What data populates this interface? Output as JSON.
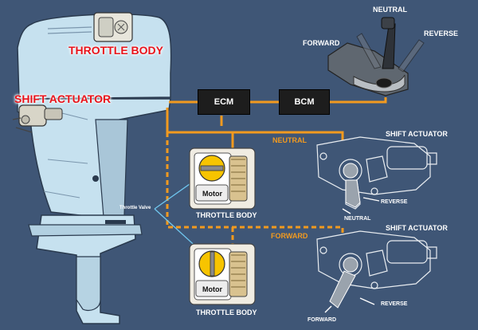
{
  "labels": {
    "throttle_body_main": "THROTTLE BODY",
    "shift_actuator_main": "SHIFT ACTUATOR",
    "ecm": "ECM",
    "bcm": "BCM",
    "lever_neutral": "NEUTRAL",
    "lever_forward": "FORWARD",
    "lever_reverse": "REVERSE",
    "signal_neutral": "NEUTRAL",
    "signal_forward": "FORWARD",
    "shift_actuator_top": "SHIFT ACTUATOR",
    "shift_actuator_bottom": "SHIFT ACTUATOR",
    "throttle_body_top": "THROTTLE BODY",
    "throttle_body_bottom": "THROTTLE BODY",
    "motor_top": "Motor",
    "motor_bottom": "Motor",
    "throttle_valve": "Throttle Valve",
    "act_top_reverse": "REVERSE",
    "act_top_neutral": "NEUTRAL",
    "act_bottom_reverse": "REVERSE",
    "act_bottom_forward": "FORWARD"
  },
  "colors": {
    "background": "#3f5676",
    "engine": "#c6e1ef",
    "signal": "#f29a1f",
    "callout": "#6fc6ee",
    "label_red": "#e8131b"
  }
}
